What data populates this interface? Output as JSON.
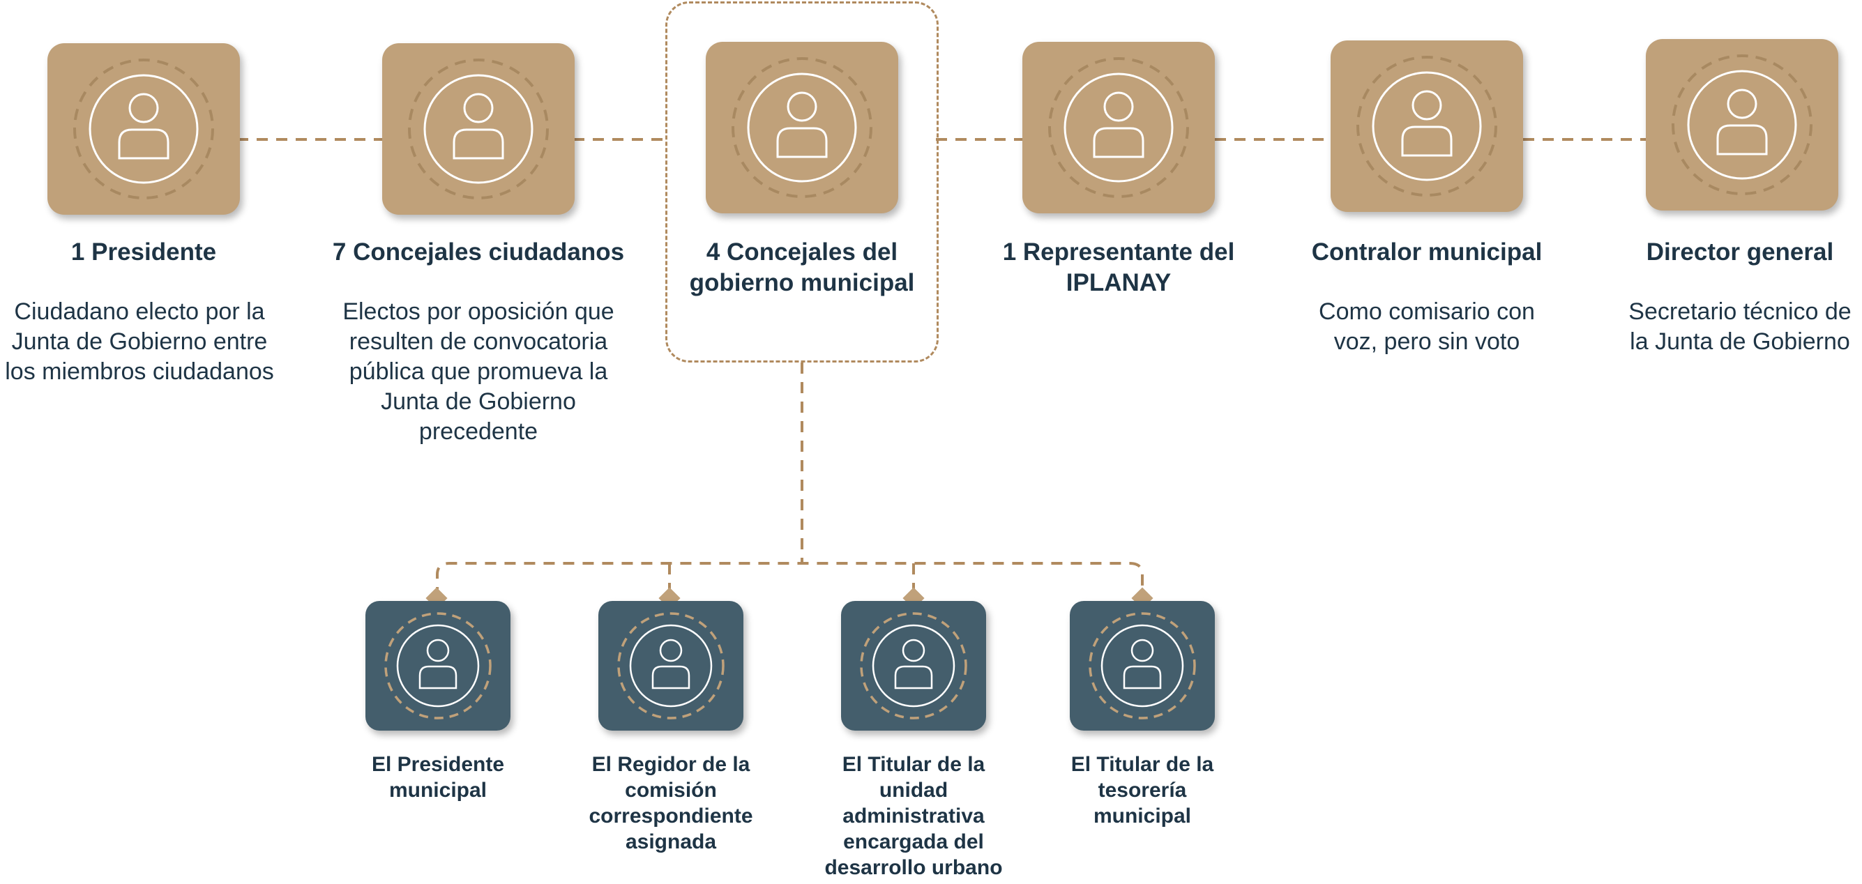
{
  "colors": {
    "gold_card": "#c0a17a",
    "slate_card": "#445e6c",
    "connector": "#b08a5e",
    "text": "#1e3445"
  },
  "icons": {
    "card_icon": "person-icon"
  },
  "top_members": [
    {
      "title": "1 Presidente",
      "description": "Ciudadano electo por la Junta de Gobierno entre los miembros ciudadanos"
    },
    {
      "title": "7 Concejales ciudadanos",
      "description": "Electos por oposición que resulten de convocatoria pública que promueva la Junta de Gobierno precedente"
    },
    {
      "title": "4 Concejales del gobierno municipal",
      "description": ""
    },
    {
      "title": "1 Representante del IPLANAY",
      "description": ""
    },
    {
      "title": "Contralor municipal",
      "description": "Como comisario con voz, pero sin voto"
    },
    {
      "title": "Director general",
      "description": "Secretario técnico de la Junta de Gobierno"
    }
  ],
  "sub_members": [
    {
      "title": "El Presidente municipal"
    },
    {
      "title": "El Regidor de la comisión correspondiente asignada"
    },
    {
      "title": "El Titular de la unidad administrativa encargada del desarrollo urbano"
    },
    {
      "title": "El Titular de la tesorería municipal"
    }
  ]
}
